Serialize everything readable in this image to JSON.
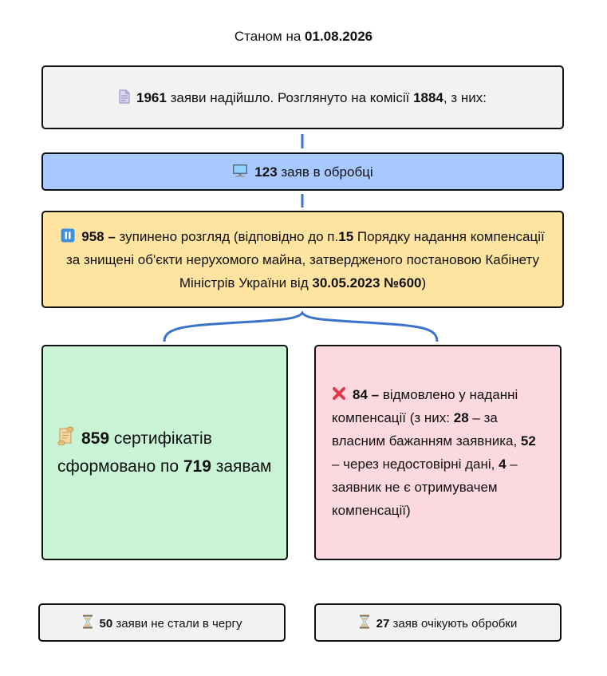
{
  "title": {
    "prefix": "Станом на ",
    "date": "01.08.2026"
  },
  "received": {
    "count": "1961",
    "text1": " заяви надійшло. Розглянуто на комісії ",
    "reviewed": "1884",
    "text2": ", з них:"
  },
  "in_processing": {
    "count": "123",
    "text": " заяв в обробці"
  },
  "suspended": {
    "count": "958",
    "dash": " –",
    "text1": " зупинено розгляд (відповідно до п.",
    "point": "15",
    "text2": " Порядку надання компенсації за знищені об'єкти нерухомого майна, затвердженого постановою Кабінету Міністрів України від ",
    "decree_date": "30.05.2023",
    "text3": " ",
    "decree_number": "№600",
    "text4": ")"
  },
  "certificates": {
    "count": "859",
    "text1": " сертифікатів сформовано по ",
    "apps": "719",
    "text2": " заявам"
  },
  "refused": {
    "count": "84",
    "dash": " –",
    "text1": " відмовлено у наданні компенсації (з них: ",
    "n1": "28",
    "t1": " – за власним бажанням заявника, ",
    "n2": "52",
    "t2": " – через недостовірні дані, ",
    "n3": "4",
    "t3": " – заявник не є отримувачем компенсації)"
  },
  "not_queued": {
    "count": "50",
    "text": " заяви не стали в чергу"
  },
  "awaiting": {
    "count": "27",
    "text": " заяв очікують обробки"
  },
  "icons": {
    "document": "document-icon",
    "computer": "computer-icon",
    "pause": "pause-icon",
    "scroll": "scroll-icon",
    "cross": "cross-icon",
    "hourglass": "hourglass-icon"
  },
  "colors": {
    "connector": "#3a73c9",
    "received_bg": "#f2f2f2",
    "processing_bg": "#a8c9ff",
    "suspended_bg": "#ffe3a0",
    "certificates_bg": "#c8f3d4",
    "refused_bg": "#fcd8e0",
    "footer_bg": "#f2f2f2"
  }
}
